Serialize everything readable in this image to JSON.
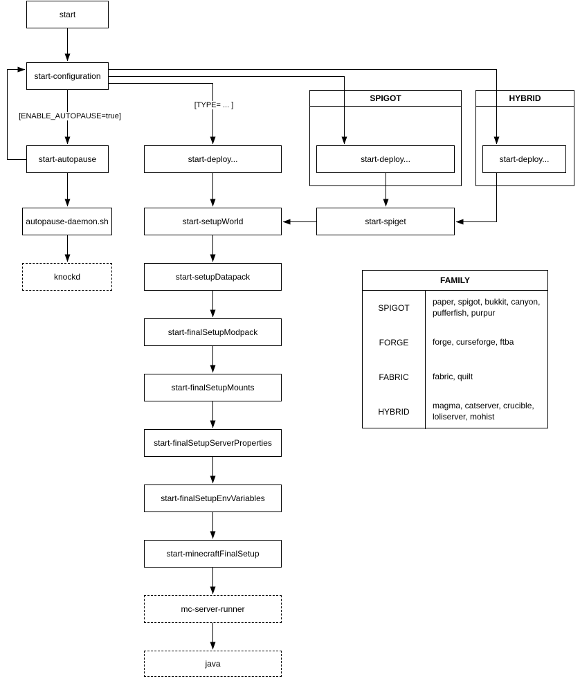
{
  "diagram": {
    "background": "#ffffff",
    "line_color": "#000000",
    "nodes": {
      "start": "start",
      "start_configuration": "start-configuration",
      "start_autopause": "start-autopause",
      "autopause_daemon": "autopause-daemon.sh",
      "knockd": "knockd",
      "start_deploy": "start-deploy...",
      "spigot_start_deploy": "start-deploy...",
      "hybrid_start_deploy": "start-deploy...",
      "start_setup_world": "start-setupWorld",
      "start_spiget": "start-spiget",
      "start_setup_datapack": "start-setupDatapack",
      "start_final_setup_modpack": "start-finalSetupModpack",
      "start_final_setup_mounts": "start-finalSetupMounts",
      "start_final_setup_server_properties": "start-finalSetupServerProperties",
      "start_final_setup_env_variables": "start-finalSetupEnvVariables",
      "start_minecraft_final_setup": "start-minecraftFinalSetup",
      "mc_server_runner": "mc-server-runner",
      "java": "java"
    },
    "groups": {
      "spigot": "SPIGOT",
      "hybrid": "HYBRID"
    },
    "edge_labels": {
      "enable_autopause": "[ENABLE_AUTOPAUSE=true]",
      "type": "[TYPE= ... ]"
    }
  },
  "family_table": {
    "title": "FAMILY",
    "rows": [
      {
        "family": "SPIGOT",
        "members": "paper, spigot, bukkit, canyon, pufferfish, purpur"
      },
      {
        "family": "FORGE",
        "members": "forge, curseforge, ftba"
      },
      {
        "family": "FABRIC",
        "members": "fabric, quilt"
      },
      {
        "family": "HYBRID",
        "members": "magma, catserver, crucible, loliserver, mohist"
      }
    ]
  }
}
